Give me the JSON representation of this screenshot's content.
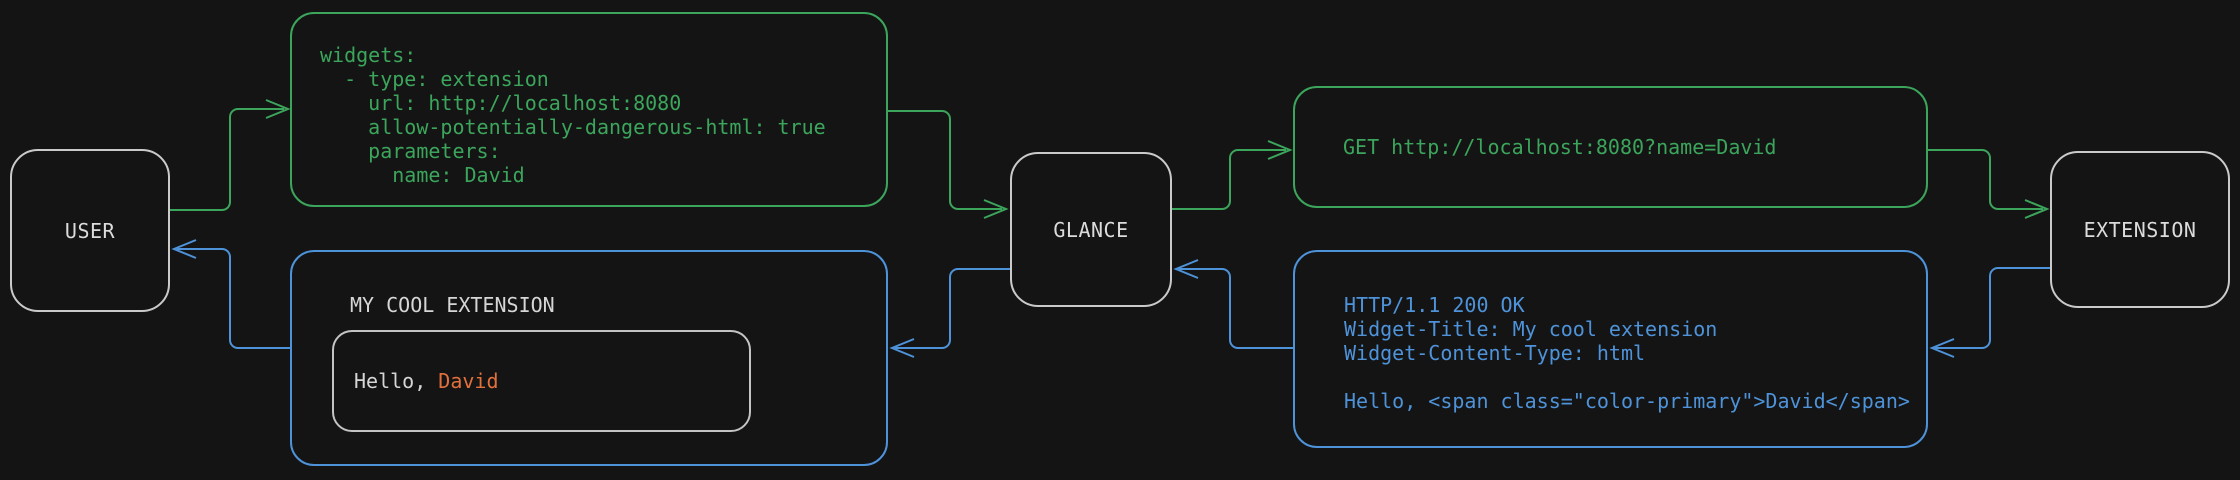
{
  "colors": {
    "background": "#141414",
    "flow_request_green": "#3CA55C",
    "flow_response_blue": "#4E93D9",
    "highlight_orange": "#E1703C",
    "node_border_gray": "#CACACA",
    "light_text": "#D6D6D6"
  },
  "nodes": {
    "user": {
      "label": "USER"
    },
    "glance": {
      "label": "GLANCE"
    },
    "extension": {
      "label": "EXTENSION"
    }
  },
  "messages": {
    "config_yaml": {
      "code": "widgets:\n  - type: extension\n    url: http://localhost:8080\n    allow-potentially-dangerous-html: true\n    parameters:\n      name: David"
    },
    "request": {
      "code": "GET http://localhost:8080?name=David"
    },
    "response": {
      "code": "HTTP/1.1 200 OK\nWidget-Title: My cool extension\nWidget-Content-Type: html\n\nHello, <span class=\"color-primary\">David</span>"
    },
    "widget_preview": {
      "title": "MY COOL EXTENSION",
      "greeting_prefix": "Hello, ",
      "greeting_name": "David"
    }
  },
  "edges": [
    {
      "from": "user",
      "to": "config_yaml",
      "color": "green"
    },
    {
      "from": "config_yaml",
      "to": "glance",
      "color": "green"
    },
    {
      "from": "glance",
      "to": "request",
      "color": "green"
    },
    {
      "from": "request",
      "to": "extension",
      "color": "green"
    },
    {
      "from": "extension",
      "to": "response",
      "color": "blue"
    },
    {
      "from": "response",
      "to": "glance",
      "color": "blue"
    },
    {
      "from": "glance",
      "to": "widget_preview",
      "color": "blue"
    },
    {
      "from": "widget_preview",
      "to": "user",
      "color": "blue"
    }
  ]
}
